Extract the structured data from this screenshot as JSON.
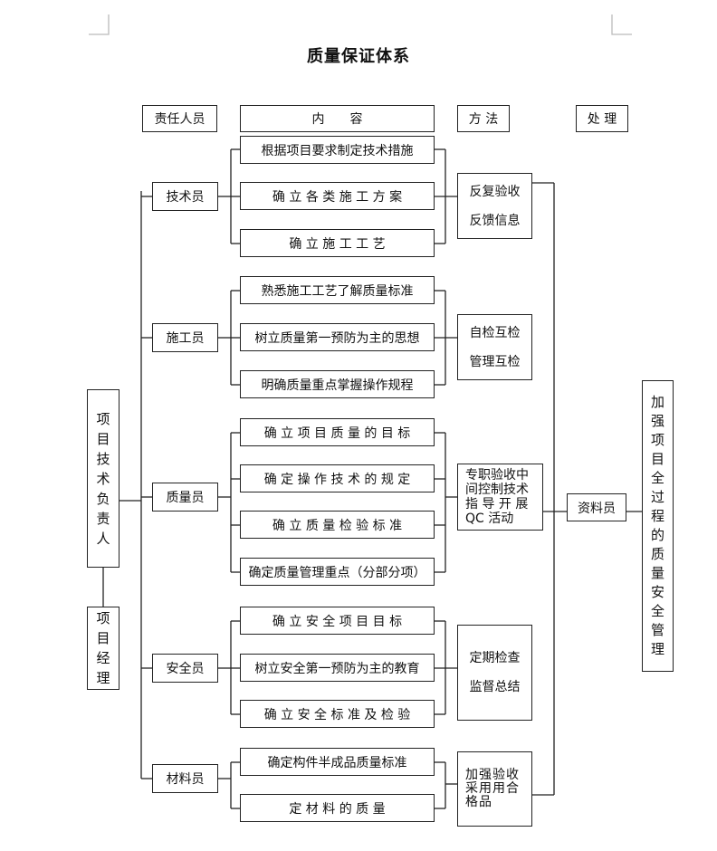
{
  "title": "质量保证体系",
  "headers": {
    "person": "责任人员",
    "content": "内　　容",
    "method": "方 法",
    "handle": "处 理"
  },
  "leaders": {
    "tech_lead": "项目技术负责人",
    "pm": "项目经理"
  },
  "roles": [
    {
      "name": "技术员",
      "contents": [
        "根据项目要求制定技术措施",
        "确 立 各 类 施 工 方 案",
        "确 立 施 工 工 艺"
      ],
      "methods": [
        "反复验收",
        "反馈信息"
      ]
    },
    {
      "name": "施工员",
      "contents": [
        "熟悉施工工艺了解质量标准",
        "树立质量第一预防为主的思想",
        "明确质量重点掌握操作规程"
      ],
      "methods": [
        "自检互检",
        "管理互检"
      ]
    },
    {
      "name": "质量员",
      "contents": [
        "确 立 项 目 质 量 的 目 标",
        "确 定 操 作 技 术 的 规 定",
        "确 立 质 量 检 验 标 准",
        "确定质量管理重点（分部分项）"
      ],
      "methods": [
        "专职验收中",
        "间控制技术",
        "指 导 开 展",
        "QC 活动"
      ]
    },
    {
      "name": "安全员",
      "contents": [
        "确 立 安 全 项 目 目 标",
        "树立安全第一预防为主的教育",
        "确 立 安 全 标 准 及 检 验"
      ],
      "methods": [
        "定期检查",
        "监督总结"
      ]
    },
    {
      "name": "材料员",
      "contents": [
        "确定构件半成品质量标准",
        "定 材 料 的 质 量"
      ],
      "methods": [
        "加强验收",
        "采用用合",
        "格品"
      ]
    }
  ],
  "archivist": "资料员",
  "result": "加强项目全过程的质量安全管理"
}
